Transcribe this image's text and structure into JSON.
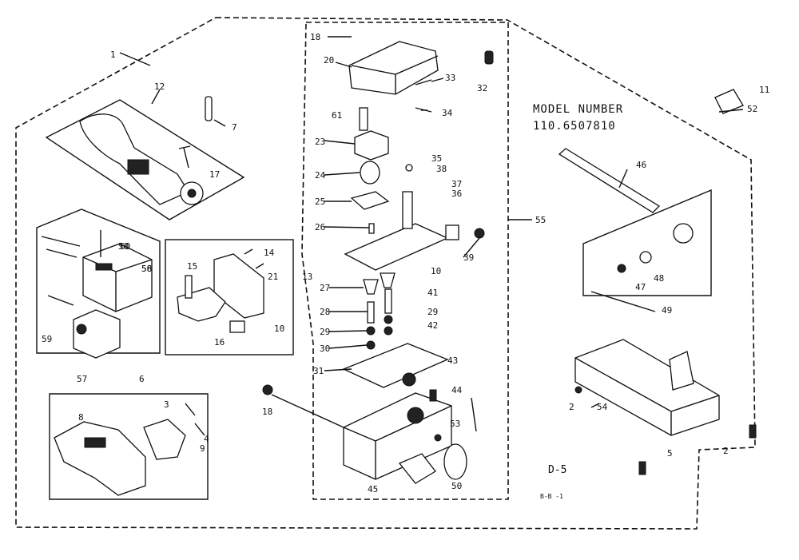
{
  "model": {
    "label": "MODEL NUMBER",
    "number": "110.6507810"
  },
  "figure_tag": "D-5",
  "page_code": "B-B -1",
  "callouts": [
    "1",
    "2",
    "2",
    "3",
    "4",
    "5",
    "6",
    "7",
    "8",
    "9",
    "10",
    "10",
    "11",
    "12",
    "13",
    "14",
    "15",
    "16",
    "17",
    "18",
    "18",
    "20",
    "21",
    "23",
    "24",
    "25",
    "26",
    "27",
    "28",
    "29",
    "29",
    "30",
    "31",
    "32",
    "33",
    "34",
    "35",
    "36",
    "37",
    "38",
    "39",
    "41",
    "42",
    "43",
    "44",
    "45",
    "46",
    "47",
    "48",
    "49",
    "50",
    "50",
    "52",
    "53",
    "54",
    "55",
    "56",
    "57",
    "58",
    "59",
    "60",
    "61"
  ]
}
